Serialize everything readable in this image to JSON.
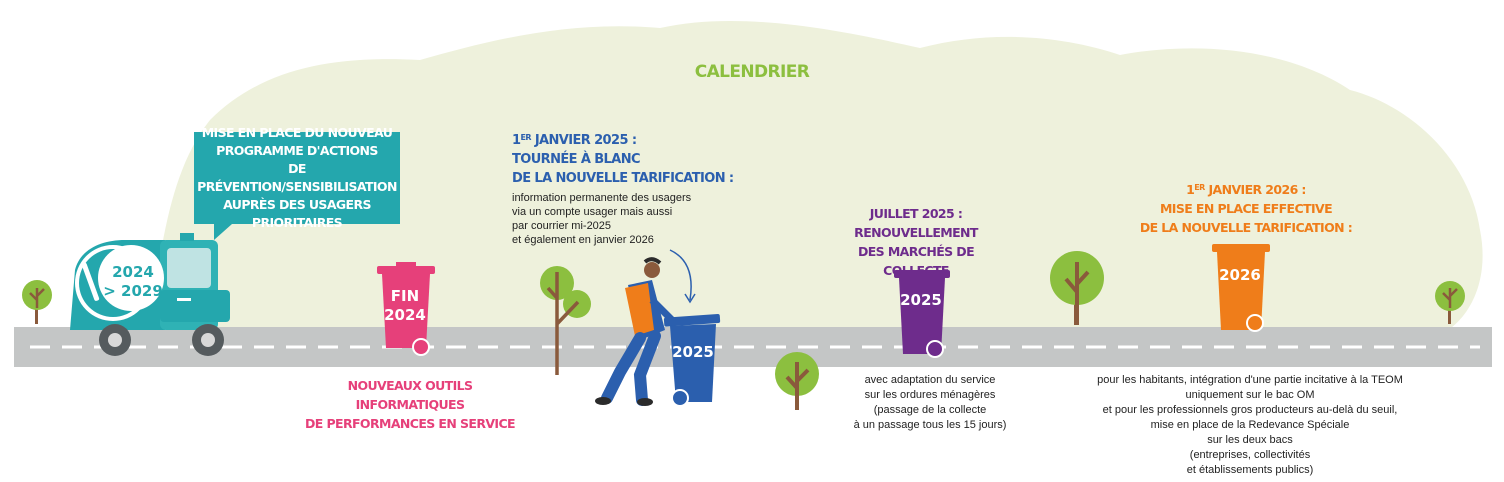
{
  "title": "CALENDRIER",
  "colors": {
    "blob": "#eef1dc",
    "road": "#c4c6c6",
    "teal": "#24a7ad",
    "pink": "#e6407a",
    "blue": "#2b5fae",
    "purple": "#6e2c8c",
    "orange": "#ef7d1a",
    "green": "#8cbf3f"
  },
  "truck": {
    "label_top": "2024",
    "label_bottom": "> 2029"
  },
  "bubble": {
    "lines": [
      "MISE EN PLACE DU NOUVEAU",
      "PROGRAMME D'ACTIONS",
      "DE PRÉVENTION/SENSIBILISATION",
      "AUPRÈS DES USAGERS PRIORITAIRES"
    ]
  },
  "bins": {
    "pink": {
      "line1": "FIN",
      "line2": "2024"
    },
    "blue": {
      "label": "2025"
    },
    "purple": {
      "label": "2025"
    },
    "orange": {
      "label": "2026"
    }
  },
  "milestone_blue": {
    "day": "1",
    "sup": "ER",
    "head1": " JANVIER 2025 :",
    "head2": "TOURNÉE À BLANC",
    "head3": "DE LA NOUVELLE TARIFICATION :",
    "text": [
      "information permanente des usagers",
      "via un compte usager mais aussi",
      "par courrier mi-2025",
      "et également en janvier 2026"
    ]
  },
  "milestone_purple": {
    "head": [
      "JUILLET 2025 :",
      "RENOUVELLEMENT",
      "DES MARCHÉS DE COLLECTE"
    ],
    "text": [
      "avec adaptation du service",
      "sur les ordures ménagères",
      "(passage de la collecte",
      "à un passage tous les 15 jours)"
    ]
  },
  "milestone_orange": {
    "day": "1",
    "sup": "ER",
    "head1": " JANVIER 2026 :",
    "head2": "MISE EN PLACE EFFECTIVE",
    "head3": "DE LA NOUVELLE TARIFICATION :",
    "text": [
      "pour les habitants, intégration d'une partie incitative à la TEOM",
      "uniquement sur le bac OM",
      "et pour les professionnels gros producteurs au-delà du seuil,",
      "mise en place de la Redevance Spéciale",
      "sur les deux bacs",
      "(entreprises, collectivités",
      "et établissements publics)"
    ]
  },
  "milestone_pink": {
    "text": [
      "NOUVEAUX OUTILS INFORMATIQUES",
      "DE PERFORMANCES EN SERVICE"
    ]
  }
}
